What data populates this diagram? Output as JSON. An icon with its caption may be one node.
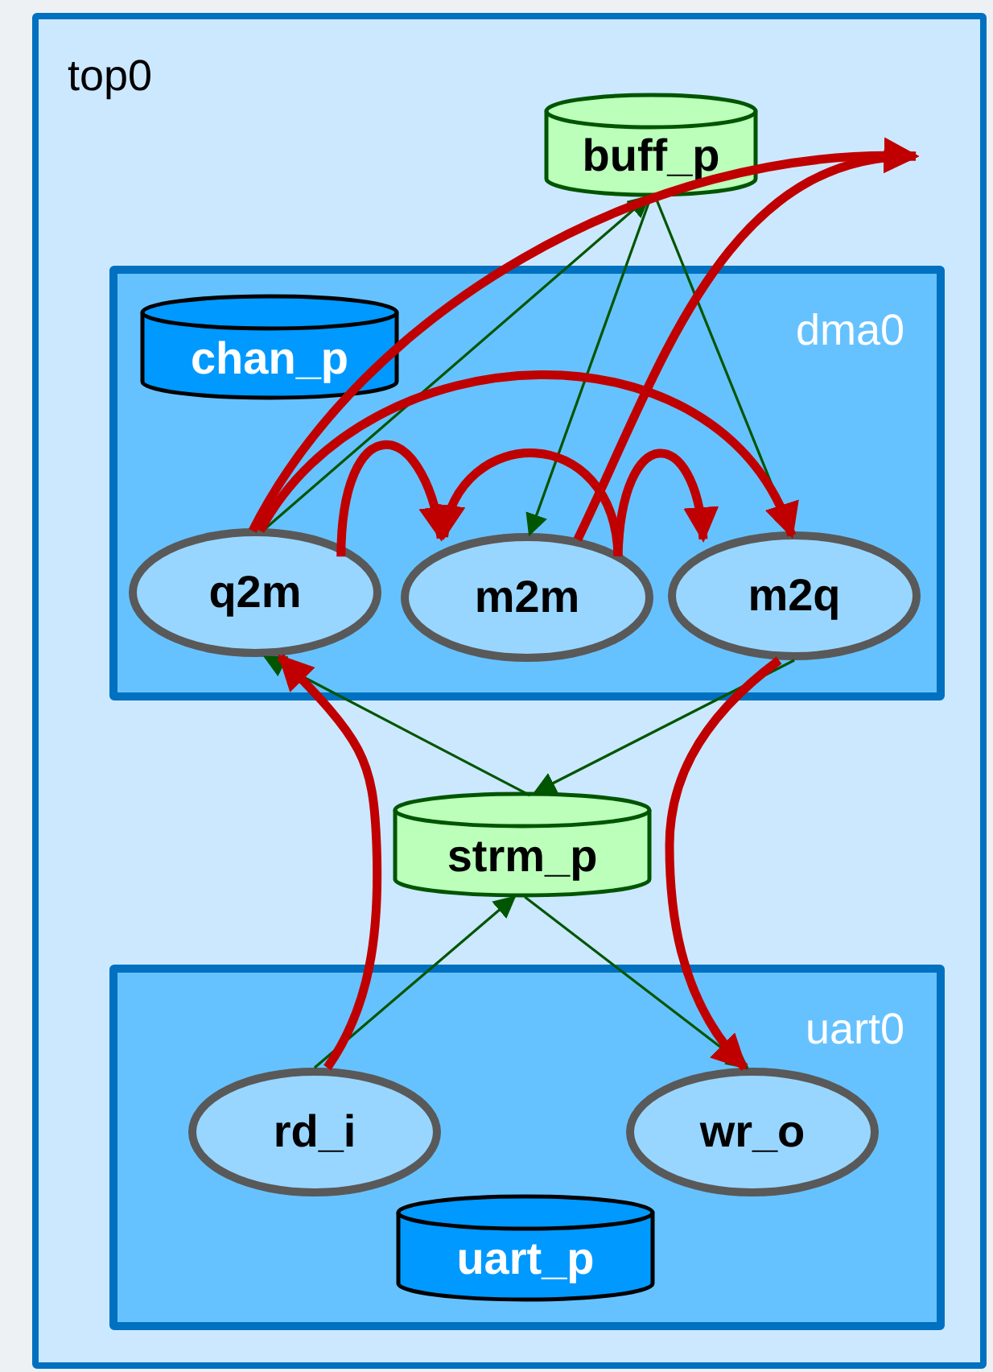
{
  "diagram": {
    "nodes": [
      {
        "text": [
          "top0"
        ]
      },
      {
        "text": [
          "buff_p"
        ],
        "in": 0
      },
      {
        "text": [
          "dma0"
        ],
        "in": 0
      },
      {
        "text": [
          "chan_p"
        ],
        "in": 2
      },
      {
        "text": [
          "q2m"
        ],
        "in": 2
      },
      {
        "text": [
          "m2m"
        ],
        "in": 2
      },
      {
        "text": [
          "m2q"
        ],
        "in": 2
      },
      {
        "text": [
          "strm_p"
        ],
        "in": 0
      },
      {
        "text": [
          "uart0"
        ],
        "in": 0
      },
      {
        "text": [
          "rd_i"
        ],
        "in": 8
      },
      {
        "text": [
          "wr_o"
        ],
        "in": 8
      },
      {
        "text": [
          "uart_p"
        ],
        "in": 8
      }
    ],
    "edges": [
      {
        "from": 4,
        "to": 1,
        "arrow": "to",
        "color": "#005500"
      },
      {
        "from": 1,
        "to": 5,
        "arrow": "to",
        "color": "#005500"
      },
      {
        "from": 1,
        "to": 6,
        "arrow": "to",
        "color": "#005500"
      },
      {
        "from": 7,
        "to": 4,
        "arrow": "to",
        "color": "#005500"
      },
      {
        "from": 6,
        "to": 7,
        "arrow": "to",
        "color": "#005500"
      },
      {
        "from": 9,
        "to": 7,
        "arrow": "to",
        "color": "#005500"
      },
      {
        "from": 7,
        "to": 10,
        "arrow": "to",
        "color": "#005500"
      },
      {
        "from": 4,
        "to": 5,
        "arrow": "to"
      },
      {
        "from": 5,
        "to": 5,
        "arrow": "to"
      },
      {
        "from": 5,
        "to": 6,
        "arrow": "to"
      },
      {
        "from": 4,
        "to": 6,
        "arrow": "to"
      },
      {
        "from": 4,
        "to": null,
        "arrow": "to"
      },
      {
        "from": 5,
        "to": null,
        "arrow": "to"
      },
      {
        "from": 9,
        "to": 4,
        "arrow": "to"
      },
      {
        "from": 6,
        "to": 10,
        "arrow": "to"
      }
    ]
  }
}
